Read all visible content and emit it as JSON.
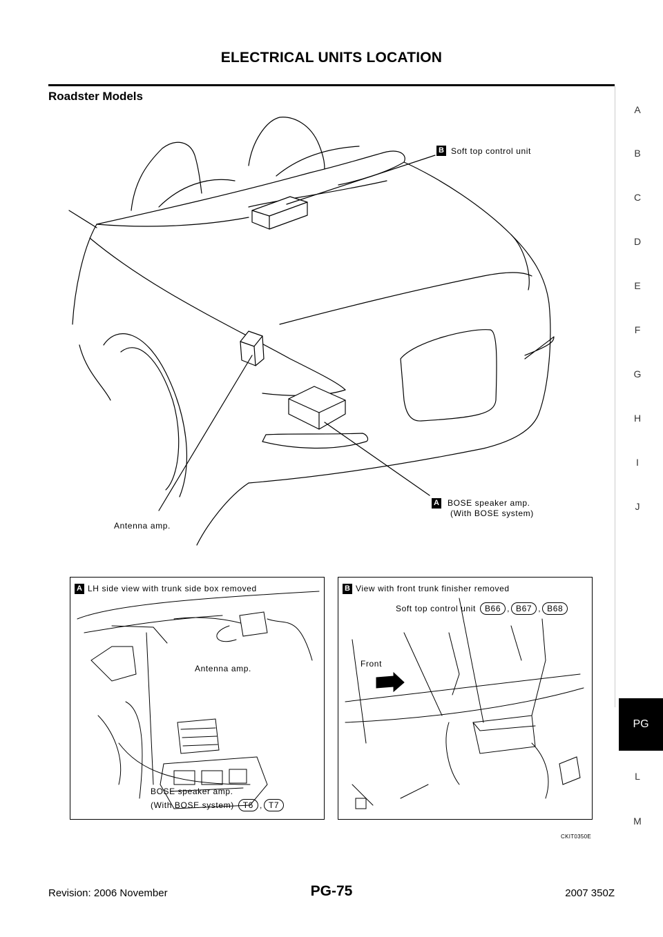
{
  "header": {
    "title": "ELECTRICAL UNITS LOCATION",
    "section": "Roadster Models"
  },
  "side_index": {
    "letters": [
      "A",
      "B",
      "C",
      "D",
      "E",
      "F",
      "G",
      "H",
      "I",
      "J",
      "L",
      "M"
    ],
    "active": "PG"
  },
  "main_figure": {
    "callout_b_marker": "B",
    "callout_b": "Soft top control unit",
    "callout_a_marker": "A",
    "callout_a_line1": "BOSE speaker amp.",
    "callout_a_line2": "(With BOSE system)",
    "antenna": "Antenna amp."
  },
  "detail_a": {
    "marker": "A",
    "title": "LH side view with trunk side box removed",
    "antenna_label": "Antenna amp.",
    "bose_line1": "BOSE speaker amp.",
    "bose_line2": "(With BOSE system)",
    "connectors": [
      "T6",
      "T7"
    ]
  },
  "detail_b": {
    "marker": "B",
    "title": "View with front trunk finisher removed",
    "unit_label": "Soft top control unit",
    "connectors": [
      "B66",
      "B67",
      "B68"
    ],
    "front_label": "Front"
  },
  "figure_code": "CKIT0350E",
  "footer": {
    "revision": "Revision: 2006 November",
    "page": "PG-75",
    "model": "2007 350Z"
  }
}
